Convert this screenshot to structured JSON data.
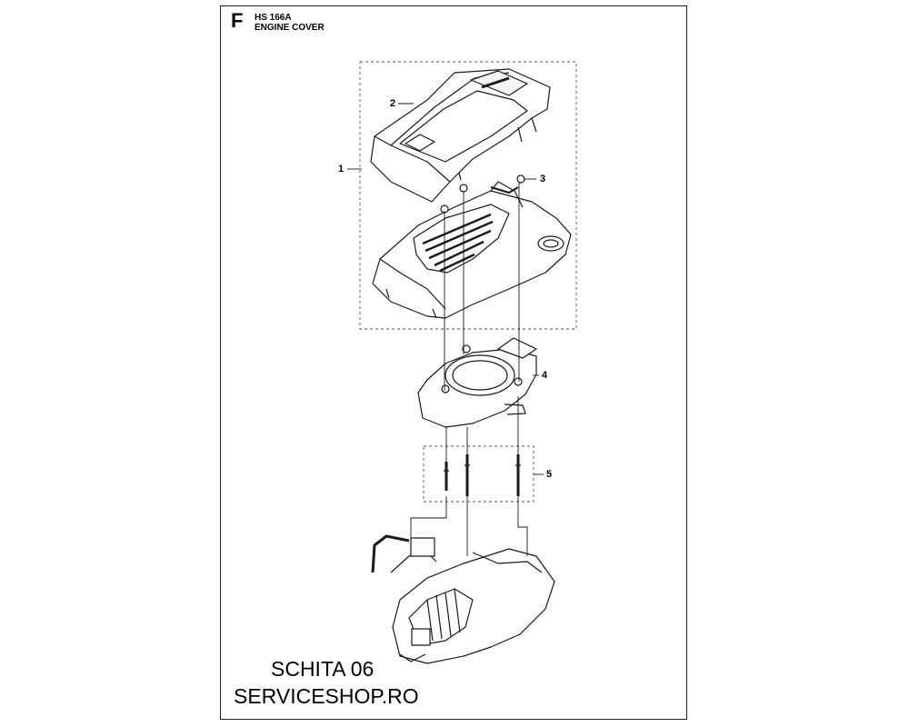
{
  "header": {
    "section_letter": "F",
    "model": "HS 166A",
    "title": "ENGINE COVER"
  },
  "callouts": [
    "1",
    "2",
    "3",
    "4",
    "5"
  ],
  "footer": {
    "line1": "SCHITA 06",
    "line2": "SERVICESHOP.RO"
  },
  "colors": {
    "line": "#1a1a1a",
    "dashed_box": "#555555",
    "background": "#ffffff"
  }
}
